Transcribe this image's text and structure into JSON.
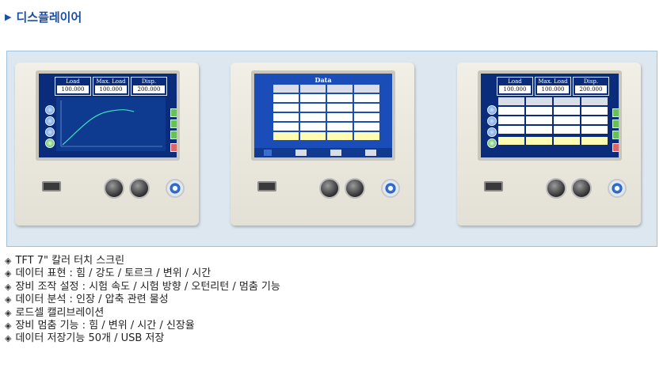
{
  "section_title": "디스플레이어",
  "screen1": {
    "labels": [
      "Load",
      "Max. Load",
      "Disp."
    ],
    "values": [
      "100.000",
      "100.000",
      "200.000"
    ]
  },
  "screen2": {
    "title": "Data"
  },
  "screen3": {
    "labels": [
      "Load",
      "Max. Load",
      "Disp."
    ],
    "values": [
      "100.000",
      "100.000",
      "200.000"
    ]
  },
  "features": [
    "TFT 7\" 칼러 터치 스크린",
    "데이터 표현 : 힘 / 강도 / 토르크 / 변위 / 시간",
    "장비 조작 설정 : 시험 속도 / 시험 방향 / 오턴리턴 / 멈춤 기능",
    "데이터 분석 : 인장 / 압축 관련 물성",
    "로드셀 캘리브레이션",
    "장비 멈춤 기능 : 힘 / 변위 / 시간 / 신장율",
    "데이터 저장기능 50개 / USB 저장"
  ]
}
